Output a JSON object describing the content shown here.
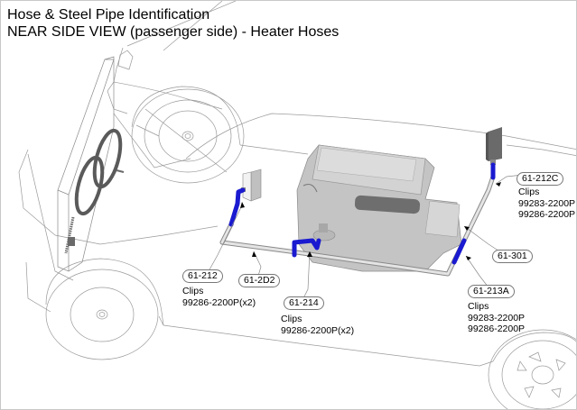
{
  "header": {
    "title_line1": "Hose & Steel Pipe Identification",
    "title_line2": "NEAR SIDE VIEW (passenger side) - Heater Hoses"
  },
  "colors": {
    "hose": "#1a1ad0",
    "pipe": "#d8d8d8",
    "component": "#b0b0b0",
    "outline": "#8a8a8a"
  },
  "callouts": [
    {
      "id": "61-212",
      "label": "61-212",
      "clips_title": "Clips",
      "clips": [
        "99286-2200P(x2)"
      ]
    },
    {
      "id": "61-2D2",
      "label": "61-2D2",
      "clips_title": "",
      "clips": []
    },
    {
      "id": "61-214",
      "label": "61-214",
      "clips_title": "Clips",
      "clips": [
        "99286-2200P(x2)"
      ]
    },
    {
      "id": "61-212C",
      "label": "61-212C",
      "clips_title": "Clips",
      "clips": [
        "99283-2200P",
        "99286-2200P"
      ]
    },
    {
      "id": "61-301",
      "label": "61-301",
      "clips_title": "",
      "clips": []
    },
    {
      "id": "61-213A",
      "label": "61-213A",
      "clips_title": "Clips",
      "clips": [
        "99283-2200P",
        "99286-2200P"
      ]
    }
  ]
}
